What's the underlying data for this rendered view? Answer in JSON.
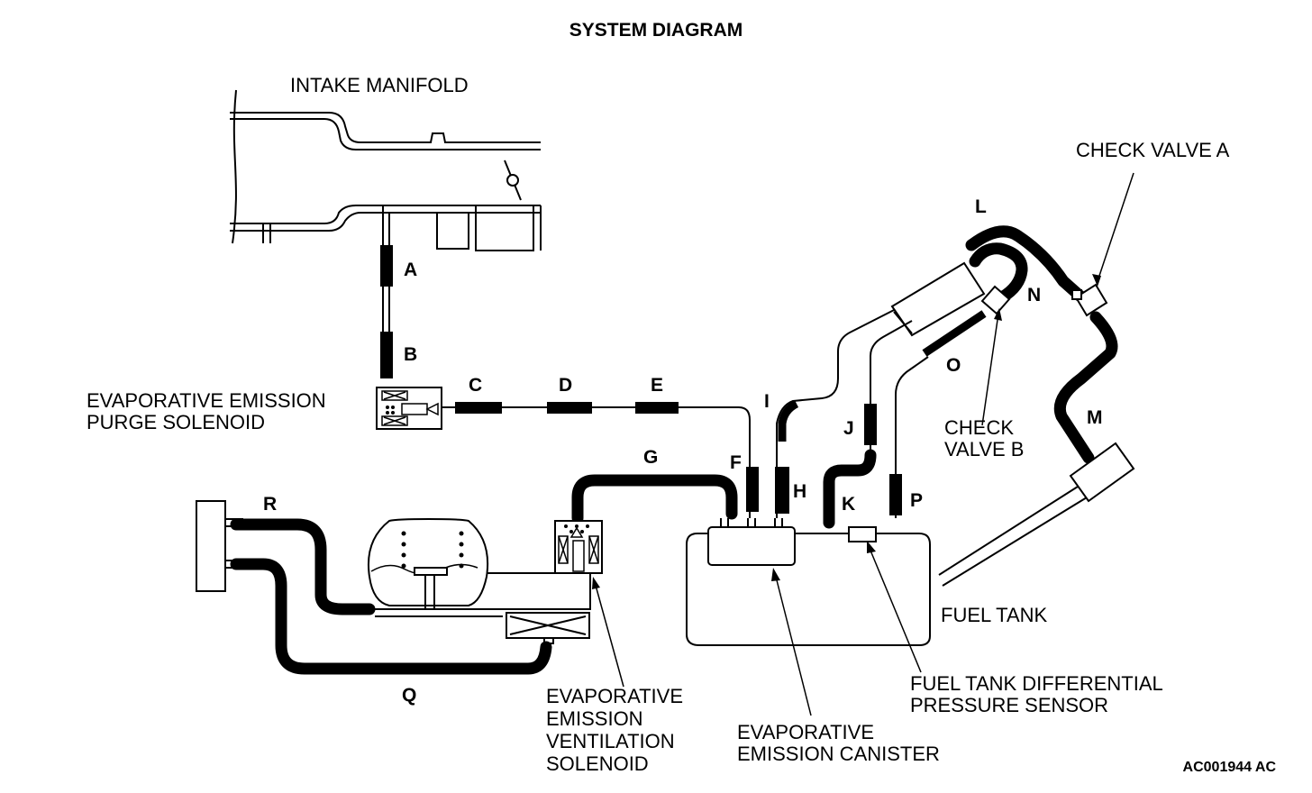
{
  "title": "SYSTEM DIAGRAM",
  "components": {
    "intake_manifold": "INTAKE MANIFOLD",
    "check_valve_a": "CHECK VALVE A",
    "check_valve_b_line1": "CHECK",
    "check_valve_b_line2": "VALVE B",
    "purge_solenoid_line1": "EVAPORATIVE EMISSION",
    "purge_solenoid_line2": "PURGE SOLENOID",
    "ventilation_solenoid_line1": "EVAPORATIVE",
    "ventilation_solenoid_line2": "EMISSION",
    "ventilation_solenoid_line3": "VENTILATION",
    "ventilation_solenoid_line4": "SOLENOID",
    "canister_line1": "EVAPORATIVE",
    "canister_line2": "EMISSION CANISTER",
    "fuel_tank": "FUEL TANK",
    "pressure_sensor_line1": "FUEL TANK DIFFERENTIAL",
    "pressure_sensor_line2": "PRESSURE SENSOR"
  },
  "hose_letters": {
    "A": "A",
    "B": "B",
    "C": "C",
    "D": "D",
    "E": "E",
    "F": "F",
    "G": "G",
    "H": "H",
    "I": "I",
    "J": "J",
    "K": "K",
    "L": "L",
    "M": "M",
    "N": "N",
    "O": "O",
    "P": "P",
    "Q": "Q",
    "R": "R"
  },
  "figure_code": "AC001944 AC"
}
